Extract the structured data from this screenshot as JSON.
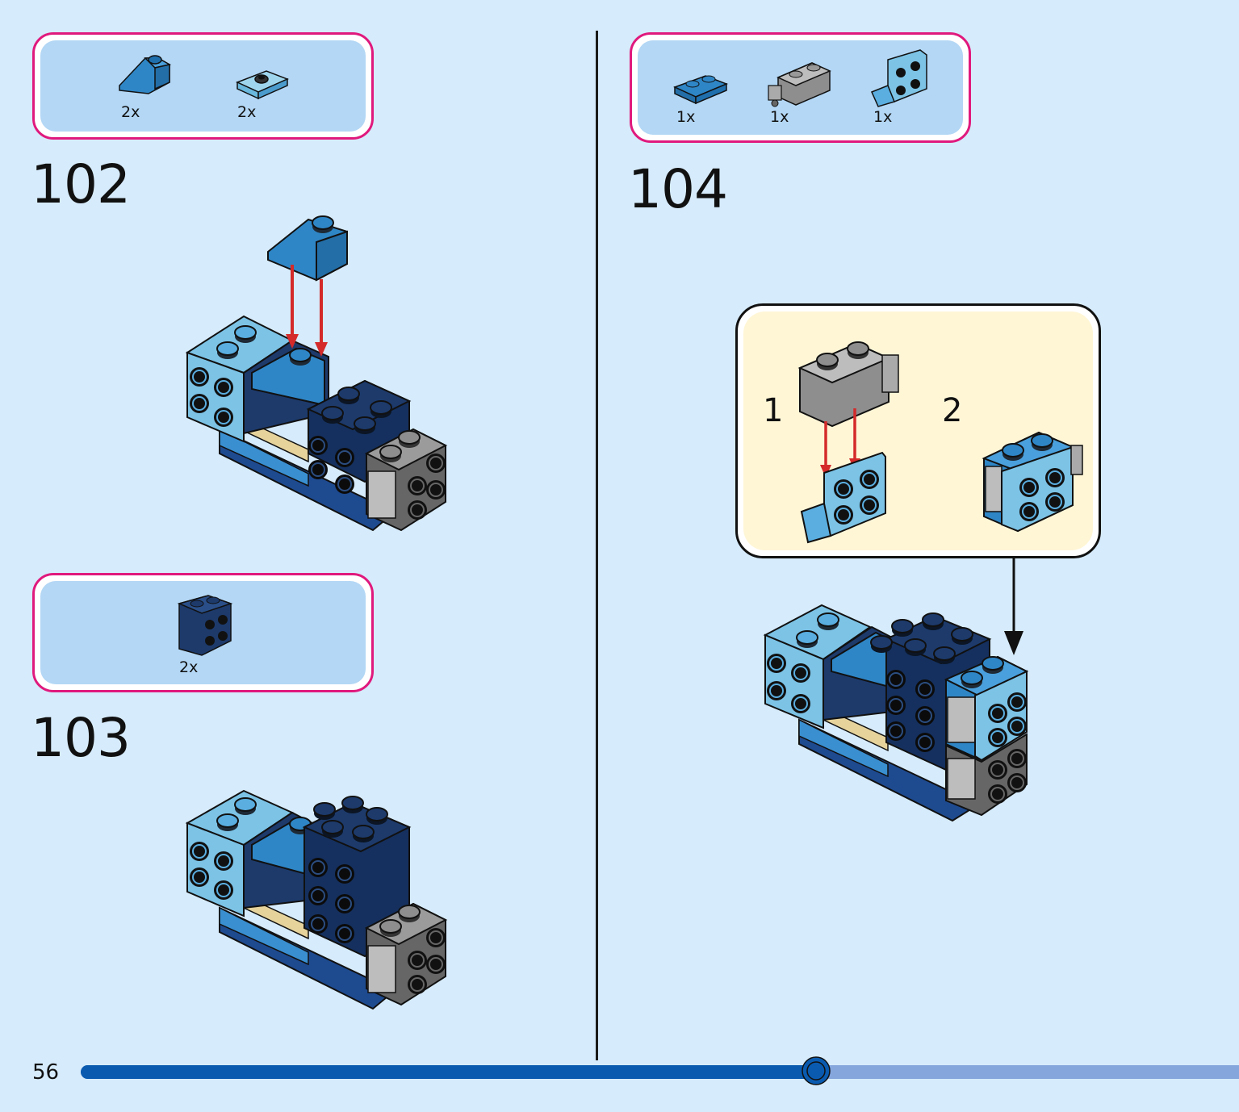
{
  "page_number": "56",
  "progress": {
    "fraction": 0.635
  },
  "steps": [
    {
      "number": "102",
      "parts": [
        {
          "name": "slope brick 1x2 medium blue",
          "qty": "2x"
        },
        {
          "name": "jumper plate 1x2 light blue",
          "qty": "2x"
        }
      ]
    },
    {
      "number": "103",
      "parts": [
        {
          "name": "bracket brick 2x2 dark blue",
          "qty": "2x"
        }
      ]
    },
    {
      "number": "104",
      "parts": [
        {
          "name": "plate 1x2 medium blue",
          "qty": "1x"
        },
        {
          "name": "hinge brick 1x2 gray",
          "qty": "1x"
        },
        {
          "name": "bracket 1x2-2x2 light blue",
          "qty": "1x"
        }
      ],
      "substeps": [
        "1",
        "2"
      ]
    }
  ],
  "colors": {
    "background": "#d6ebfb",
    "parts_border": "#e0197d",
    "parts_fill": "#b3d7f5",
    "callout_fill": "#fff6d6",
    "arrow": "#d42a2a",
    "progress_fill": "#0a5bb0",
    "progress_track": "#85a6dd"
  }
}
